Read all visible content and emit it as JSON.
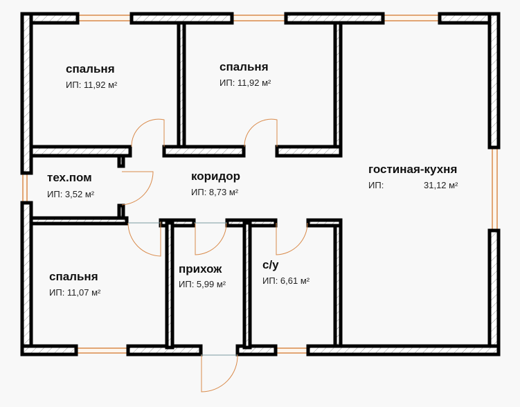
{
  "rooms": {
    "bedroom1": {
      "name": "спальня",
      "area": "ИП: 11,92 м²"
    },
    "bedroom2": {
      "name": "спальня",
      "area": "ИП: 11,92 м²"
    },
    "tech": {
      "name": "тех.пом",
      "area": "ИП: 3,52 м²"
    },
    "corridor": {
      "name": "коридор",
      "area": "ИП: 8,73 м²"
    },
    "living": {
      "name": "гостиная-кухня",
      "area_label": "ИП:",
      "area_value": "31,12 м²"
    },
    "bedroom3": {
      "name": "спальня",
      "area": "ИП: 11,07 м²"
    },
    "hall": {
      "name": "прихож",
      "area": "ИП: 5,99 м²"
    },
    "bath": {
      "name": "с/у",
      "area": "ИП: 6,61 м²"
    }
  },
  "colors": {
    "wall": "#000000",
    "window": "#d98a4a",
    "door": "#d98a4a"
  }
}
